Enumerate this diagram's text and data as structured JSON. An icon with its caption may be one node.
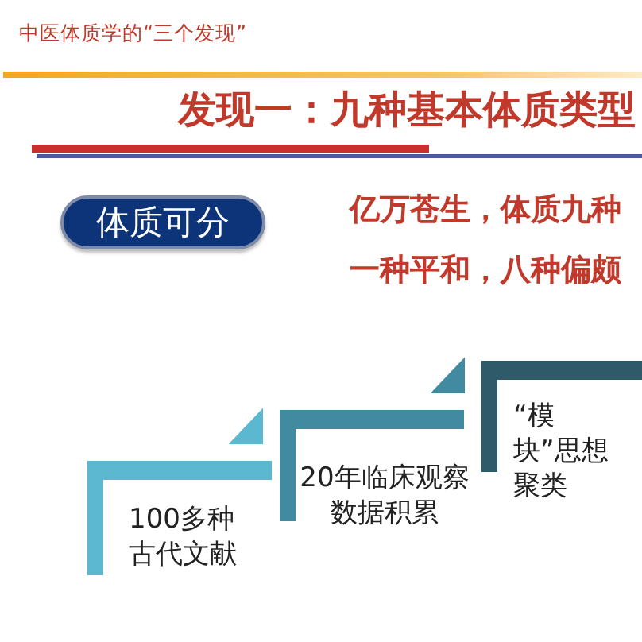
{
  "diagram": {
    "title": "发现一：九种基本体质类型",
    "nodes": [
      {
        "text": [
          "体质可分"
        ]
      },
      {
        "text": [
          "100多种古代文献"
        ]
      },
      {
        "text": [
          "20年临床观察数据积累"
        ]
      },
      {
        "text": [
          "“模块”思想聚类"
        ]
      }
    ],
    "edges": [
      {
        "from": 2,
        "to": 1,
        "arrow": "to"
      },
      {
        "from": 3,
        "to": 2,
        "arrow": "to"
      }
    ],
    "labels": [
      "中医体质学的“三个发现”",
      "亿万苍生，体质九种",
      "一种平和，八种偏颇"
    ]
  }
}
